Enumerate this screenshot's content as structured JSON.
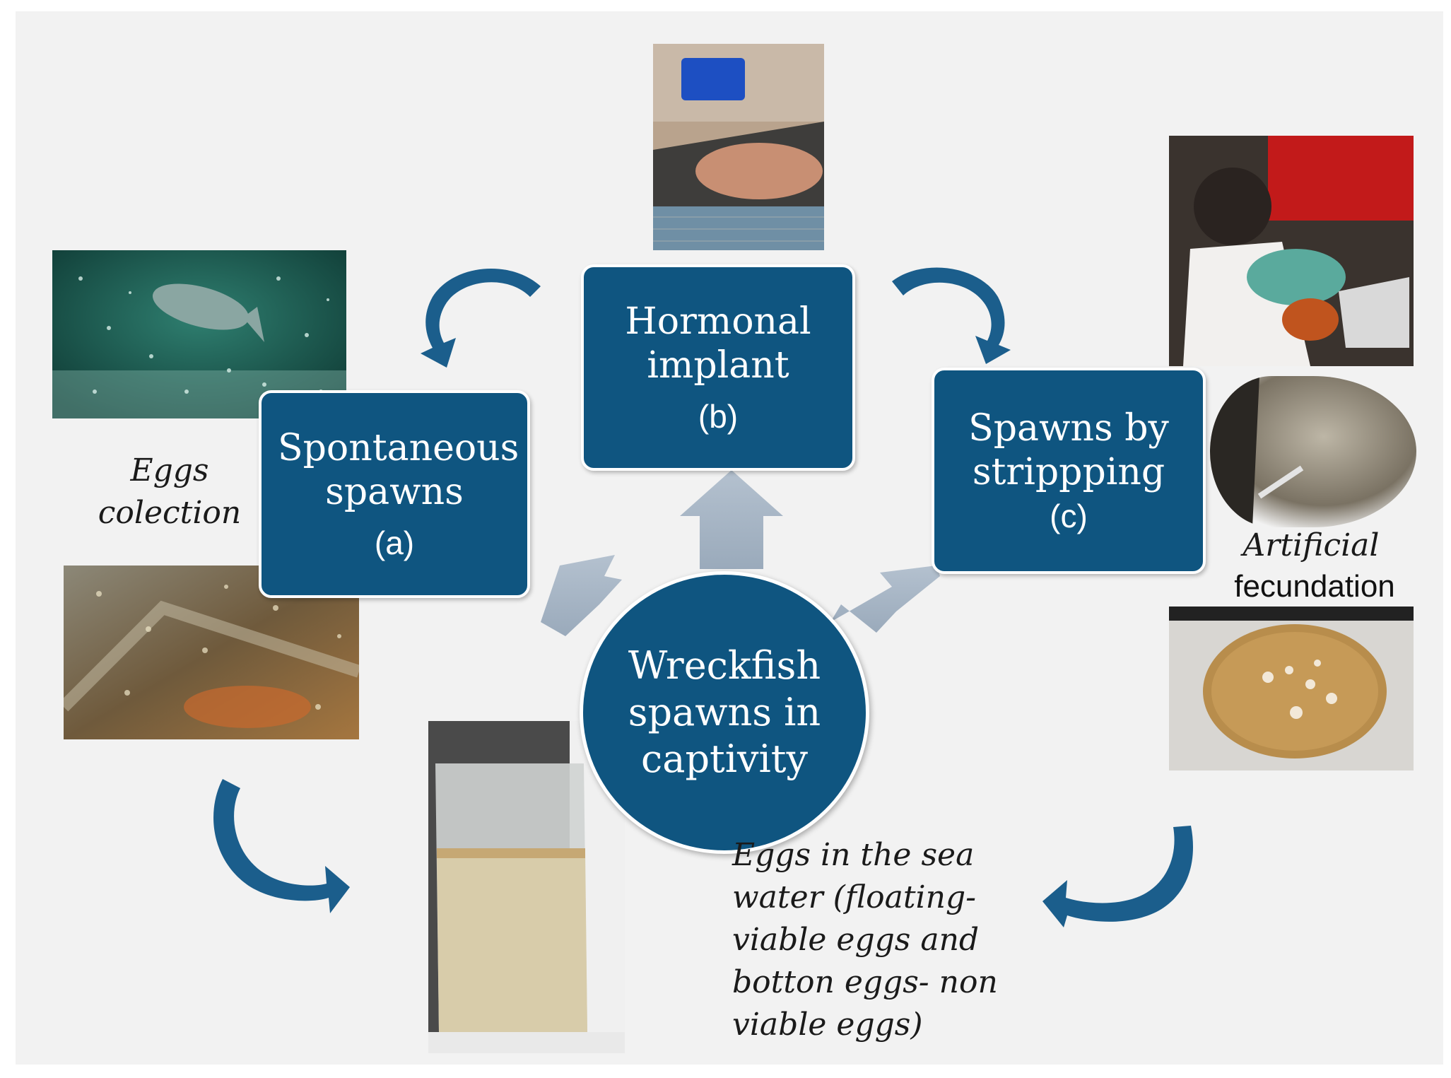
{
  "boxes": {
    "spontaneous": {
      "title": "Spontaneous spawns",
      "letter": "(a)"
    },
    "hormonal": {
      "title": "Hormonal implant",
      "letter": "(b)"
    },
    "stripping": {
      "title": "Spawns by strippping",
      "letter": "(c)"
    }
  },
  "center": {
    "label": "Wreckfish\nspawns in\ncaptivity"
  },
  "captions": {
    "eggs_collection": "Eggs\ncolection",
    "artificial": "Artificial",
    "fecundation": "fecundation",
    "sea_water": "Eggs in the sea\nwater (floating-\nviable eggs  and\nbotton eggs- non\nviable eggs)"
  },
  "colors": {
    "box_fill": "#0f5580",
    "curved_arrow": "#1b5e8c",
    "block_arrow": "#a9b7c8",
    "panel_bg": "#f2f2f2"
  },
  "photos": [
    {
      "name": "fish-in-tank-photo"
    },
    {
      "name": "hormonal-implant-photo"
    },
    {
      "name": "stripping-team-photo"
    },
    {
      "name": "fish-skin-stripping-photo"
    },
    {
      "name": "eggs-on-net-photo"
    },
    {
      "name": "eggs-in-beaker-photo"
    },
    {
      "name": "eggs-in-bowl-photo"
    }
  ]
}
